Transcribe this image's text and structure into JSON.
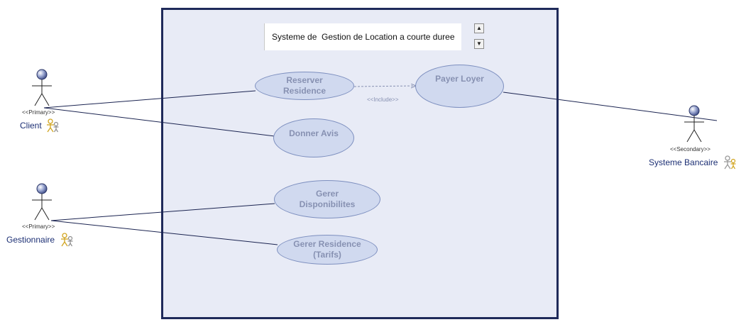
{
  "system": {
    "title": "Systeme de  Gestion de Location a courte duree",
    "spin_up": "▲",
    "spin_down": "▼"
  },
  "actors": [
    {
      "id": "client",
      "name": "Client",
      "stereotype": "<<Primary>>"
    },
    {
      "id": "gestionnaire",
      "name": "Gestionnaire",
      "stereotype": "<<Primary>>"
    },
    {
      "id": "banque",
      "name": "Systeme Bancaire",
      "stereotype": "<<Secondary>>"
    }
  ],
  "use_cases": [
    {
      "id": "reserver",
      "label": "Reserver\nResidence"
    },
    {
      "id": "payer",
      "label": "Payer Loyer"
    },
    {
      "id": "avis",
      "label": "Donner Avis"
    },
    {
      "id": "dispo",
      "label": "Gerer\nDisponibilites"
    },
    {
      "id": "tarifs",
      "label": "Gerer Residence\n(Tarifs)"
    }
  ],
  "relations": {
    "include_label": "<<Include>>"
  },
  "colors": {
    "boundary": "#1f2a5a",
    "system_fill": "#e8ebf6",
    "usecase_fill": "#d0d9ef",
    "usecase_text": "#8791b2",
    "actor_name": "#1c2f74",
    "line": "#1a2350"
  }
}
